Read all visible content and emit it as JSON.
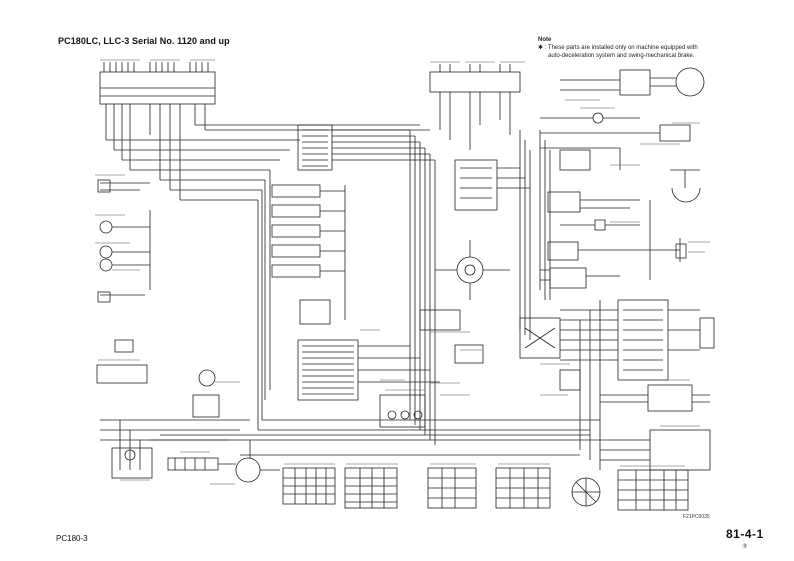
{
  "header": {
    "title": "PC180LC, LLC-3  Serial No. 1120 and up"
  },
  "note": {
    "label": "Note",
    "line1": "✱ :  These parts are installed only on machine equipped with",
    "line2": "auto-deceleration system and swing-mechanical brake."
  },
  "footer": {
    "model": "PC180-3",
    "page": "81-4-1",
    "drawing_code": "F21PC0035",
    "sheet_mark": "③"
  },
  "colors": {
    "ink": "#222222",
    "paper": "#ffffff"
  }
}
